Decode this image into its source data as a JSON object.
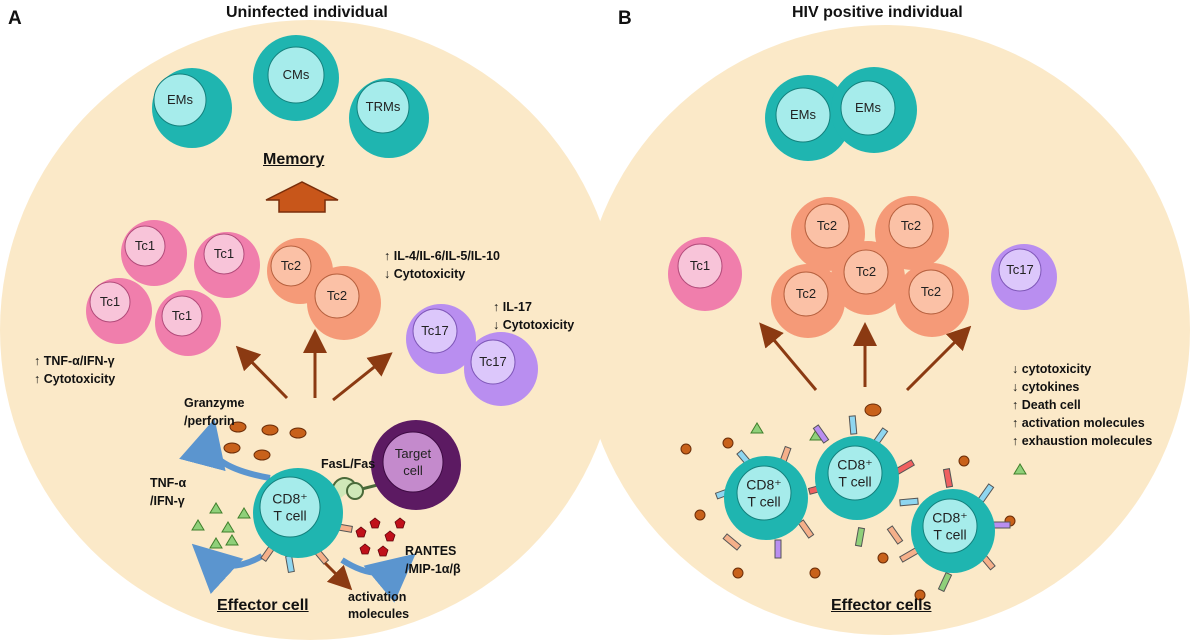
{
  "panels": [
    {
      "letter": "A",
      "title": "Uninfected individual"
    },
    {
      "letter": "B",
      "title": "HIV positive individual"
    }
  ],
  "colors": {
    "background_circle": "#fbe9c8",
    "teal_outer": "#1fb5b0",
    "teal_inner": "#a6eceb",
    "pink_outer": "#f07eac",
    "pink_inner": "#f8c4d9",
    "orange_outer": "#f59a78",
    "orange_inner": "#fbc1a6",
    "purple_outer": "#b98ef0",
    "purple_inner": "#dcc7fb",
    "target_outer": "#5c1a62",
    "target_inner": "#c48acc",
    "arrow": "#8b3a12",
    "memory_arrow": "#c8561a",
    "granule": "#c8611a",
    "triangle": "#8fd07a",
    "rantes": "#c0101a"
  },
  "panel_a": {
    "memory_cells": [
      "EMs",
      "CMs",
      "TRMs"
    ],
    "memory_label": "Memory",
    "tc1_cells": [
      "Tc1",
      "Tc1",
      "Tc1",
      "Tc1"
    ],
    "tc1_annotation": [
      "↑ TNF-α/IFN-γ",
      "↑ Cytotoxicity"
    ],
    "tc2_cells": [
      "Tc2",
      "Tc2"
    ],
    "tc2_annotation": [
      "↑ IL-4/IL-6/IL-5/IL-10",
      "↓ Cytotoxicity"
    ],
    "tc17_cells": [
      "Tc17",
      "Tc17"
    ],
    "tc17_annotation": [
      "↑ IL-17",
      "↓ Cytotoxicity"
    ],
    "granzyme_label": [
      "Granzyme",
      "/perforin"
    ],
    "tnf_label": [
      "TNF-α",
      "/IFN-γ"
    ],
    "fasl_label": "FasL/Fas",
    "target_cell": [
      "Target",
      "cell"
    ],
    "cd8_cell": [
      "CD8⁺",
      "T cell"
    ],
    "rantes_label": [
      "RANTES",
      "/MIP-1α/β"
    ],
    "activation_label": [
      "activation",
      "molecules"
    ],
    "effector_label": "Effector cell"
  },
  "panel_b": {
    "memory_cells": [
      "EMs",
      "EMs"
    ],
    "tc1_cells": [
      "Tc1"
    ],
    "tc2_cells": [
      "Tc2",
      "Tc2",
      "Tc2",
      "Tc2",
      "Tc2"
    ],
    "tc17_cells": [
      "Tc17"
    ],
    "annotation": [
      "↓ cytotoxicity",
      "↓ cytokines",
      "↑ Death cell",
      "↑ activation molecules",
      "↑ exhaustion molecules"
    ],
    "cd8_cells": [
      [
        "CD8⁺",
        "T cell"
      ],
      [
        "CD8⁺",
        "T cell"
      ],
      [
        "CD8⁺",
        "T cell"
      ]
    ],
    "effector_label": "Effector cells"
  }
}
